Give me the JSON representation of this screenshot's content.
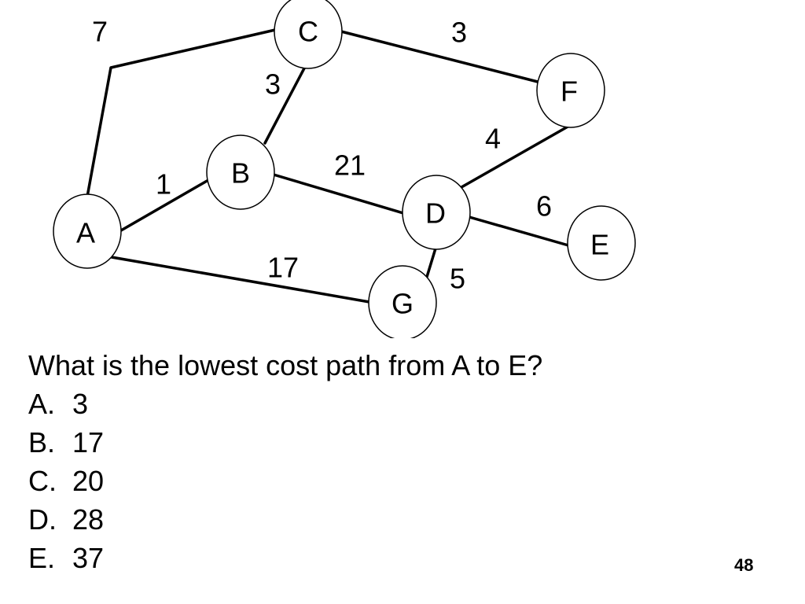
{
  "graph": {
    "nodes": [
      {
        "id": "A",
        "label": "A"
      },
      {
        "id": "B",
        "label": "B"
      },
      {
        "id": "C",
        "label": "C"
      },
      {
        "id": "D",
        "label": "D"
      },
      {
        "id": "E",
        "label": "E"
      },
      {
        "id": "F",
        "label": "F"
      },
      {
        "id": "G",
        "label": "G"
      }
    ],
    "edges": [
      {
        "from": "A",
        "to": "C",
        "weight": "7"
      },
      {
        "from": "C",
        "to": "F",
        "weight": "3"
      },
      {
        "from": "C",
        "to": "B",
        "weight": "3"
      },
      {
        "from": "A",
        "to": "B",
        "weight": "1"
      },
      {
        "from": "B",
        "to": "D",
        "weight": "21"
      },
      {
        "from": "D",
        "to": "F",
        "weight": "4"
      },
      {
        "from": "D",
        "to": "E",
        "weight": "6"
      },
      {
        "from": "A",
        "to": "G",
        "weight": "17"
      },
      {
        "from": "D",
        "to": "G",
        "weight": "5"
      }
    ]
  },
  "question": {
    "prompt": "What is the lowest cost path from A to E?",
    "options": [
      {
        "letter": "A.",
        "value": "3"
      },
      {
        "letter": "B.",
        "value": "17"
      },
      {
        "letter": "C.",
        "value": "20"
      },
      {
        "letter": "D.",
        "value": "28"
      },
      {
        "letter": "E.",
        "value": "37"
      }
    ]
  },
  "page_number": "48"
}
